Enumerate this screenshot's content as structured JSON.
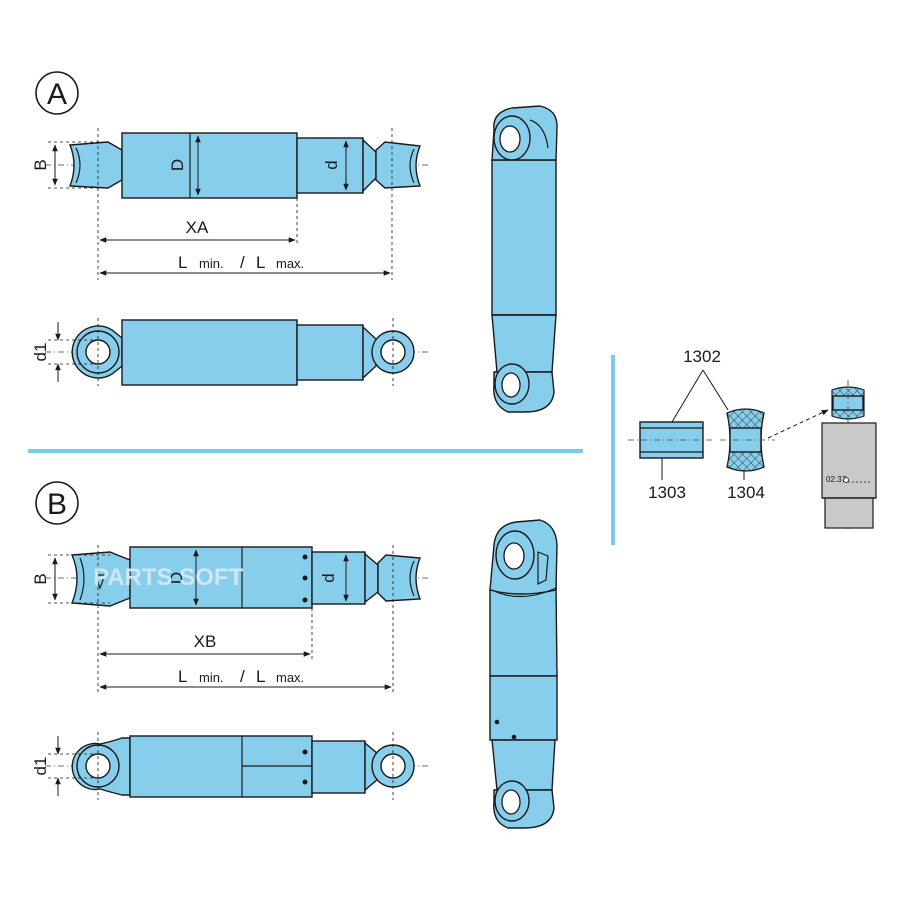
{
  "sections": {
    "a": {
      "label": "A",
      "x_dim": "XA"
    },
    "b": {
      "label": "B",
      "x_dim": "XB"
    }
  },
  "dimensions": {
    "B": "B",
    "D": "D",
    "d": "d",
    "d1": "d1",
    "length_L": "L",
    "length_min": "min.",
    "length_sep": "/",
    "length_max": "max."
  },
  "parts": {
    "bushing_pair": "1302",
    "sleeve": "1303",
    "bushing": "1304",
    "size_tag": "02.37"
  },
  "watermark": "PARTS SOFT",
  "colors": {
    "body": "#87cdec",
    "divider": "#7cc8ea",
    "line": "#1a1a1a"
  }
}
